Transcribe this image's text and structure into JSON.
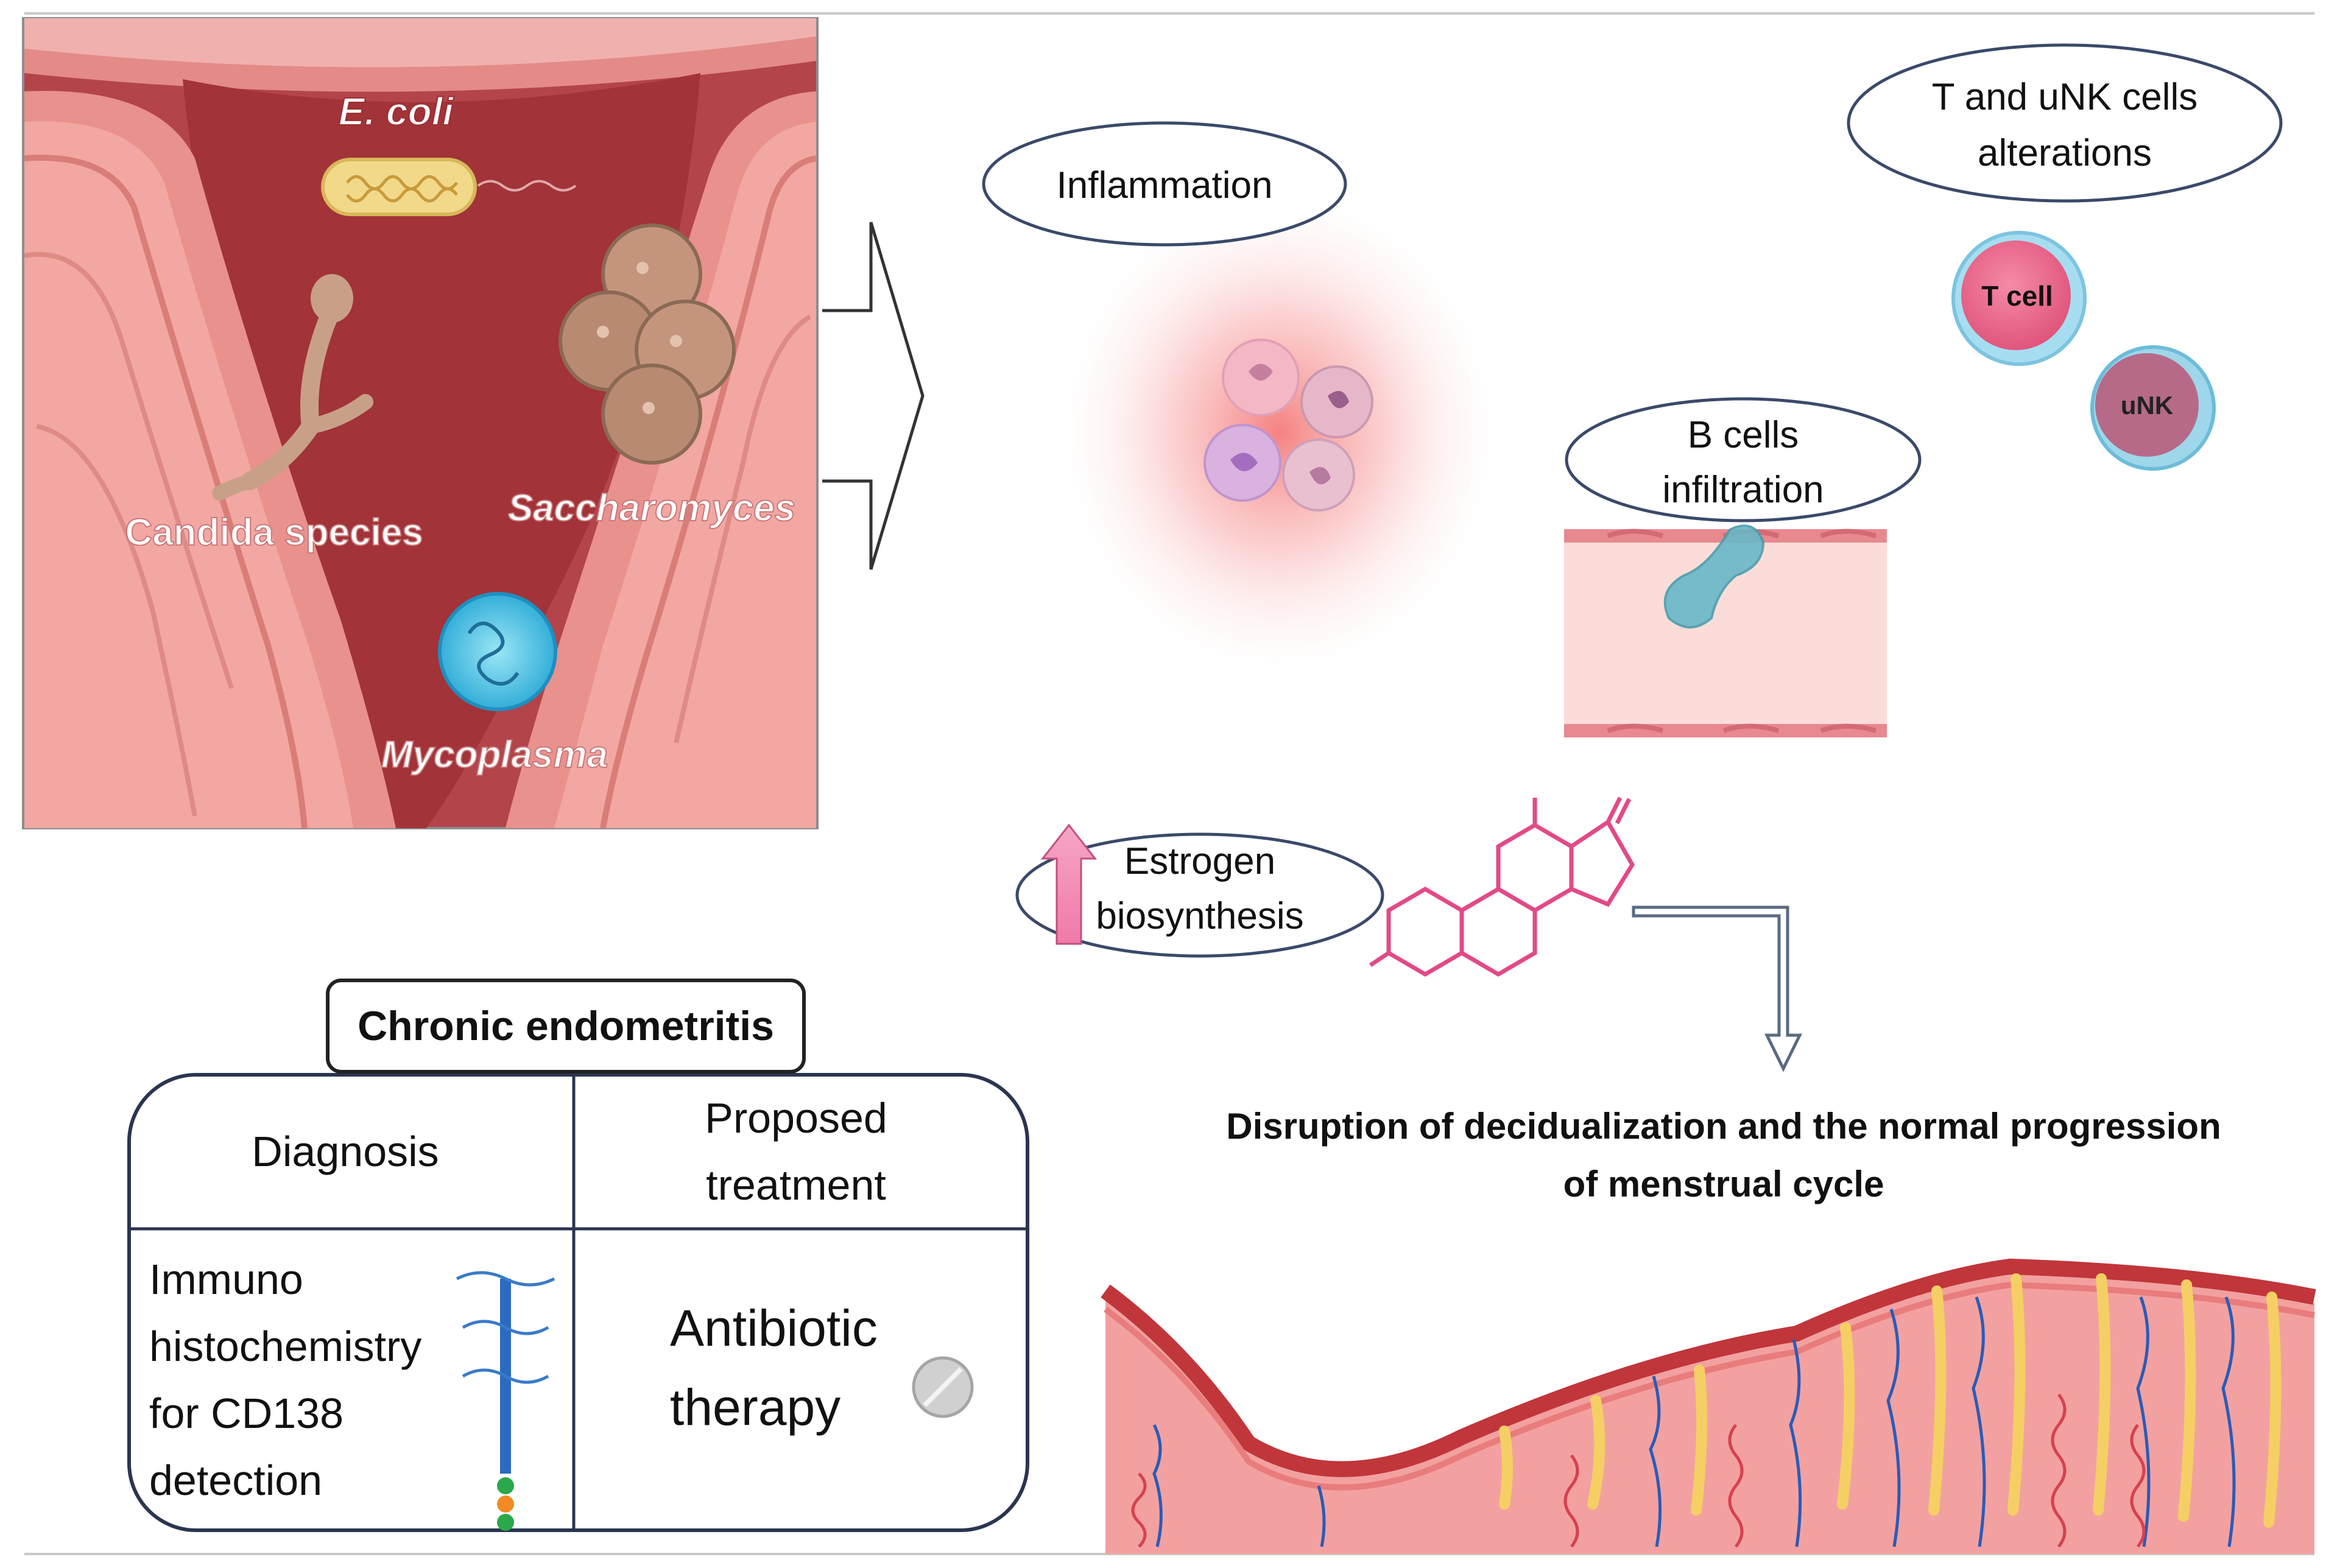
{
  "pathogens": {
    "ecoli": "E. coli",
    "candida": "Candida species",
    "saccharomyces": "Saccharomyces",
    "mycoplasma": "Mycoplasma"
  },
  "effects": {
    "inflammation": "Inflammation",
    "t_unk_line1": "T and uNK cells",
    "t_unk_line2": "alterations",
    "t_cell": "T cell",
    "unk_cell": "uNK",
    "b_cells_line1": "B cells",
    "b_cells_line2": "infiltration",
    "estrogen_line1": "Estrogen",
    "estrogen_line2": "biosynthesis"
  },
  "outcome": {
    "line1": "Disruption of decidualization and the normal progression",
    "line2": "of menstrual cycle"
  },
  "table": {
    "title": "Chronic endometritis",
    "col1_header": "Diagnosis",
    "col2_header_line1": "Proposed",
    "col2_header_line2": "treatment",
    "diag_lines": [
      "Immuno",
      "histochemistry",
      "for CD138",
      "detection"
    ],
    "treat_line1": "Antibiotic",
    "treat_line2": "therapy"
  },
  "colors": {
    "uterus_outer": "#b7474c",
    "uterus_wall": "#e8918c",
    "cavity": "#a9383d",
    "tcell": "#ef6f8f",
    "unk": "#b56a86",
    "bcell": "#68b8c8",
    "estrogen": "#e24a86",
    "vessel": "#2a5bb8",
    "gland": "#f5cf64",
    "endometrium": "#f2a1a0"
  }
}
